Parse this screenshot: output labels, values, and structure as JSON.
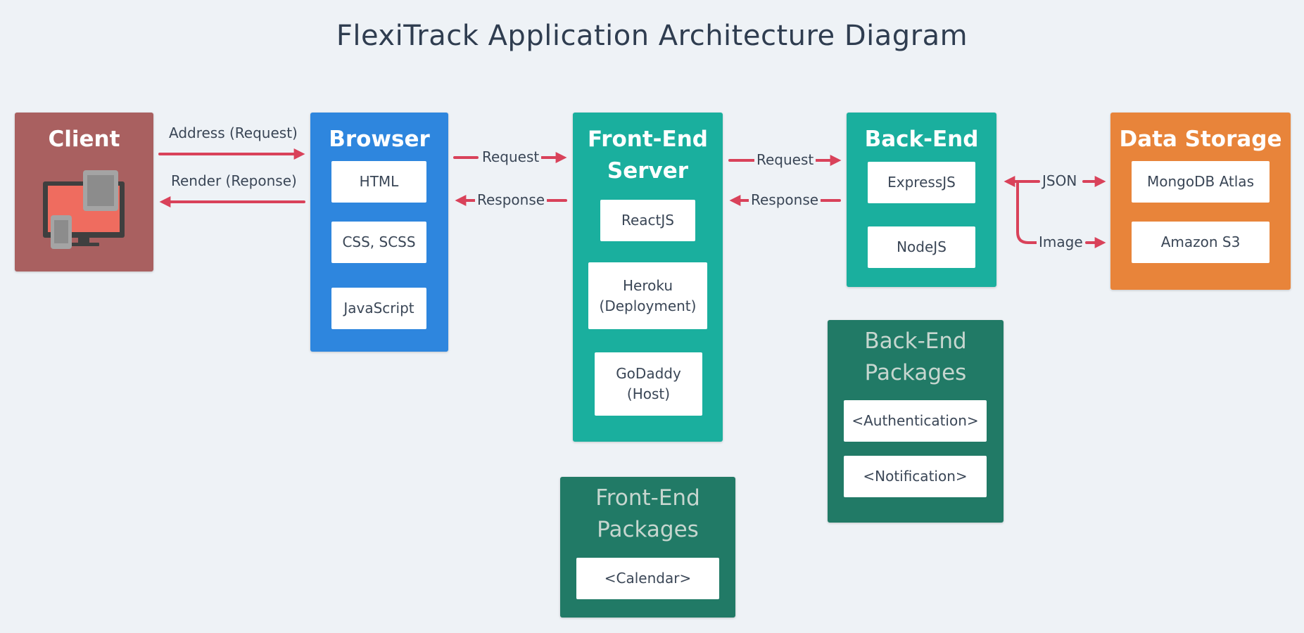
{
  "title": "FlexiTrack Application Architecture Diagram",
  "colors": {
    "client": "#a96060",
    "browser": "#2e86de",
    "teal": "#1aaf9e",
    "packages": "#217a66",
    "storage": "#e8843a",
    "arrow": "#d9425a",
    "text": "#3a4656",
    "background": "#eef2f6"
  },
  "client": {
    "title": "Client",
    "icon": "devices-icon"
  },
  "browser": {
    "title": "Browser",
    "items": [
      "HTML",
      "CSS, SCSS",
      "JavaScript"
    ]
  },
  "frontend": {
    "title_line1": "Front-End",
    "title_line2": "Server",
    "items": [
      "ReactJS",
      "Heroku",
      "(Deployment)",
      "GoDaddy",
      "(Host)"
    ]
  },
  "backend": {
    "title": "Back-End",
    "items": [
      "ExpressJS",
      "NodeJS"
    ]
  },
  "storage": {
    "title": "Data Storage",
    "items": [
      "MongoDB Atlas",
      "Amazon S3"
    ]
  },
  "backend_packages": {
    "title_line1": "Back-End",
    "title_line2": "Packages",
    "items": [
      "<Authentication>",
      "<Notification>"
    ]
  },
  "frontend_packages": {
    "title_line1": "Front-End",
    "title_line2": "Packages",
    "items": [
      "<Calendar>"
    ]
  },
  "connections": {
    "client_browser_request": "Address (Request)",
    "client_browser_response": "Render (Reponse)",
    "browser_frontend_request": "Request",
    "browser_frontend_response": "Response",
    "frontend_backend_request": "Request",
    "frontend_backend_response": "Response",
    "backend_storage_json": "JSON",
    "backend_storage_image": "Image"
  }
}
